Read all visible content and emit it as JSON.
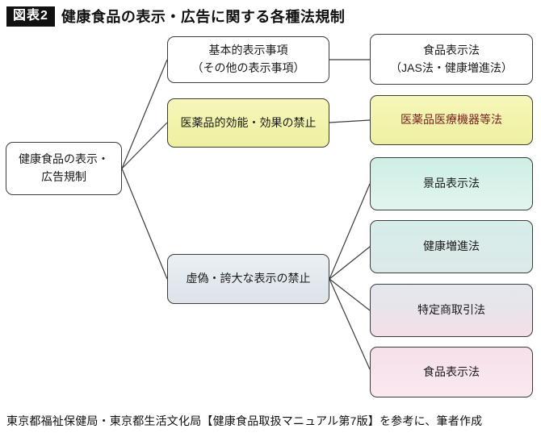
{
  "title": {
    "badge": "図表2",
    "text": "健康食品の表示・広告に関する各種法規制"
  },
  "root": {
    "line1": "健康食品の表示・",
    "line2": "広告規制"
  },
  "middle": [
    {
      "line1": "基本的表示事項",
      "line2": "（その他の表示事項）"
    },
    {
      "line1": "医薬品的効能・効果の禁止",
      "line2": ""
    },
    {
      "line1": "虚偽・誇大な表示の禁止",
      "line2": ""
    }
  ],
  "right": [
    {
      "line1": "食品表示法",
      "line2": "（JAS法・健康増進法）"
    },
    {
      "line1": "医薬品医療機器等法",
      "line2": ""
    },
    {
      "line1": "景品表示法",
      "line2": ""
    },
    {
      "line1": "健康増進法",
      "line2": ""
    },
    {
      "line1": "特定商取引法",
      "line2": ""
    },
    {
      "line1": "食品表示法",
      "line2": ""
    }
  ],
  "footer": "東京都福祉保健局・東京都生活文化局【健康食品取扱マニュアル第7版】を参考に、筆者作成",
  "colors": {
    "badge_bg": "#111111",
    "badge_text": "#ffffff",
    "box_border": "#3c3c3c",
    "yellow_box": "#eef0a0",
    "yellow_box_text_right": "#7b2121",
    "gray_blue_box": "#dce3e9",
    "mint_box": "#cdeee5",
    "teal_gray_box": "#d5edea",
    "gray_pink_box": "#e2e8ee",
    "pink_box": "#f6e0ea",
    "connector": "#3c3c3c"
  }
}
